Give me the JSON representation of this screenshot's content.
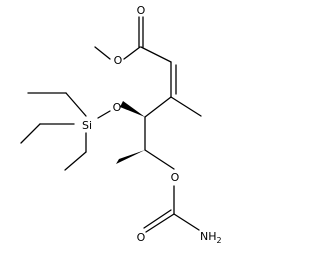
{
  "molecule": {
    "atoms": {
      "carbonyl_oxygen": "O",
      "ester_oxygen": "O",
      "silyl_ether_oxygen": "O",
      "silicon": "Si",
      "carbamate_ester_oxygen": "O",
      "carbamate_carbonyl_oxygen": "O",
      "amine": "NH",
      "amine_h_count": "2"
    },
    "colors": {
      "ink": "#000000",
      "background": "#ffffff"
    }
  }
}
